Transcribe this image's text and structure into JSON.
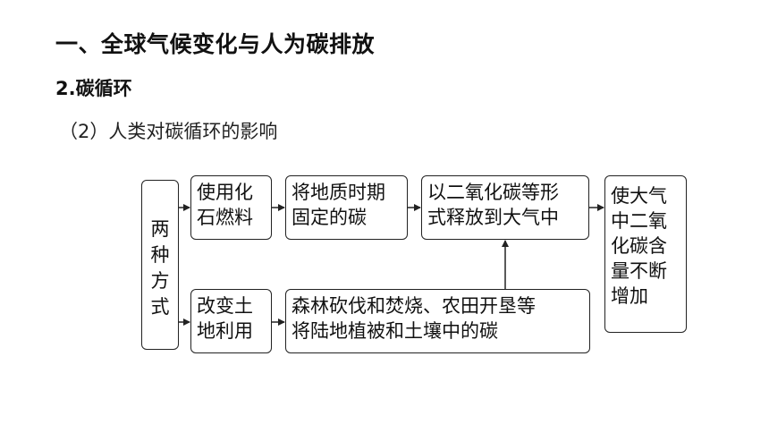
{
  "heading": "一、全球气候变化与人为碳排放",
  "subheading": "2.碳循环",
  "section": "（2）人类对碳循环的影响",
  "diagram": {
    "ways": [
      "两",
      "种",
      "方",
      "式"
    ],
    "fossil_fuel": [
      "使用化",
      "石燃料"
    ],
    "geologic_carbon": [
      "将地质时期",
      "固定的碳"
    ],
    "co2_release": [
      "以二氧化碳等形",
      "式释放到大气中"
    ],
    "land_use": [
      "改变土",
      "地利用"
    ],
    "deforestation": [
      "森林砍伐和焚烧、农田开垦等",
      "将陆地植被和土壤中的碳"
    ],
    "result": [
      "使大气",
      "中二氧",
      "化碳含",
      "量不断",
      "增加"
    ]
  }
}
